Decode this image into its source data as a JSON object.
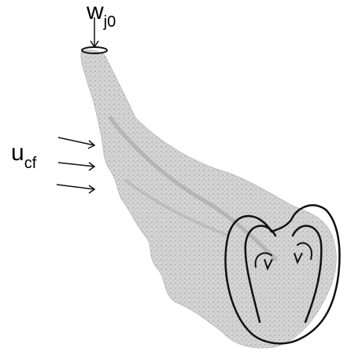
{
  "labels": {
    "jet_velocity": {
      "symbol": "w",
      "subscript": "j0"
    },
    "crossflow_velocity": {
      "symbol": "u",
      "subscript": "cf"
    }
  },
  "colors": {
    "plume_fill": "#d4d4d4",
    "plume_speckle": "#8c8c8c",
    "ink": "#111111"
  }
}
